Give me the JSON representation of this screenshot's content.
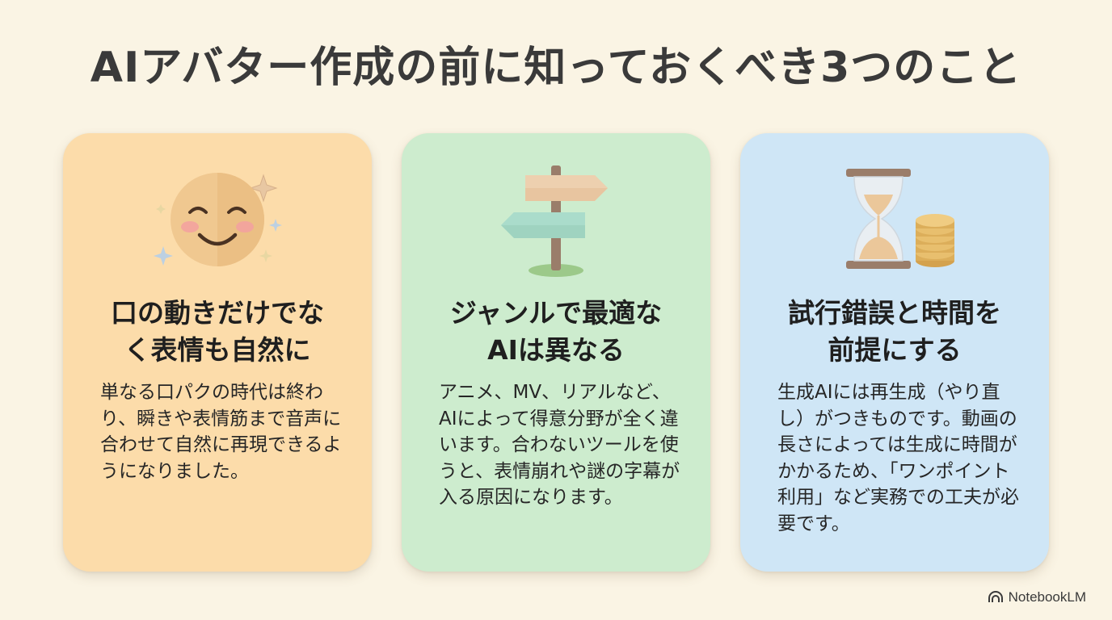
{
  "title": "AIアバター作成の前に知っておくべき3つのこと",
  "cards": [
    {
      "icon": "smiling-face-icon",
      "heading_line1": "口の動きだけでな",
      "heading_line2": "く表情も自然に",
      "body": "単なる口パクの時代は終わり、瞬きや表情筋まで音声に合わせて自然に再現できるようになりました。",
      "color": "#fcdcaa"
    },
    {
      "icon": "signpost-icon",
      "heading_line1": "ジャンルで最適な",
      "heading_line2": "AIは異なる",
      "body": "アニメ、MV、リアルなど、AIによって得意分野が全く違います。合わないツールを使うと、表情崩れや謎の字幕が入る原因になります。",
      "color": "#cdecce"
    },
    {
      "icon": "hourglass-coins-icon",
      "heading_line1": "試行錯誤と時間を",
      "heading_line2": "前提にする",
      "body": "生成AIには再生成（やり直し）がつきものです。動画の長さによっては生成に時間がかかるため、「ワンポイント利用」など実務での工夫が必要です。",
      "color": "#cfe6f6"
    }
  ],
  "brand": {
    "label": "NotebookLM",
    "icon": "notebooklm-logo-icon"
  }
}
